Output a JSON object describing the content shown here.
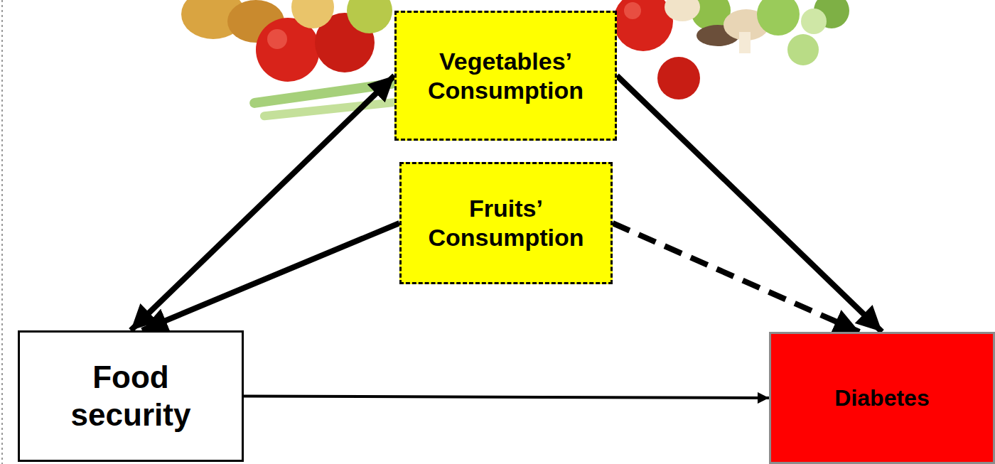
{
  "diagram": {
    "nodes": [
      {
        "text": [
          "Vegetables’ Consumption"
        ]
      },
      {
        "text": [
          "Fruits’ Consumption"
        ]
      },
      {
        "text": [
          "Food security"
        ]
      },
      {
        "text": [
          "Diabetes"
        ]
      }
    ],
    "edges": [
      {
        "from": 0,
        "to": 2,
        "arrow": "both"
      },
      {
        "from": 1,
        "to": 2,
        "arrow": "to"
      },
      {
        "from": 0,
        "to": 3,
        "arrow": "to"
      },
      {
        "from": 1,
        "to": 3,
        "arrow": "to"
      },
      {
        "from": 2,
        "to": 3,
        "arrow": "to"
      }
    ]
  }
}
